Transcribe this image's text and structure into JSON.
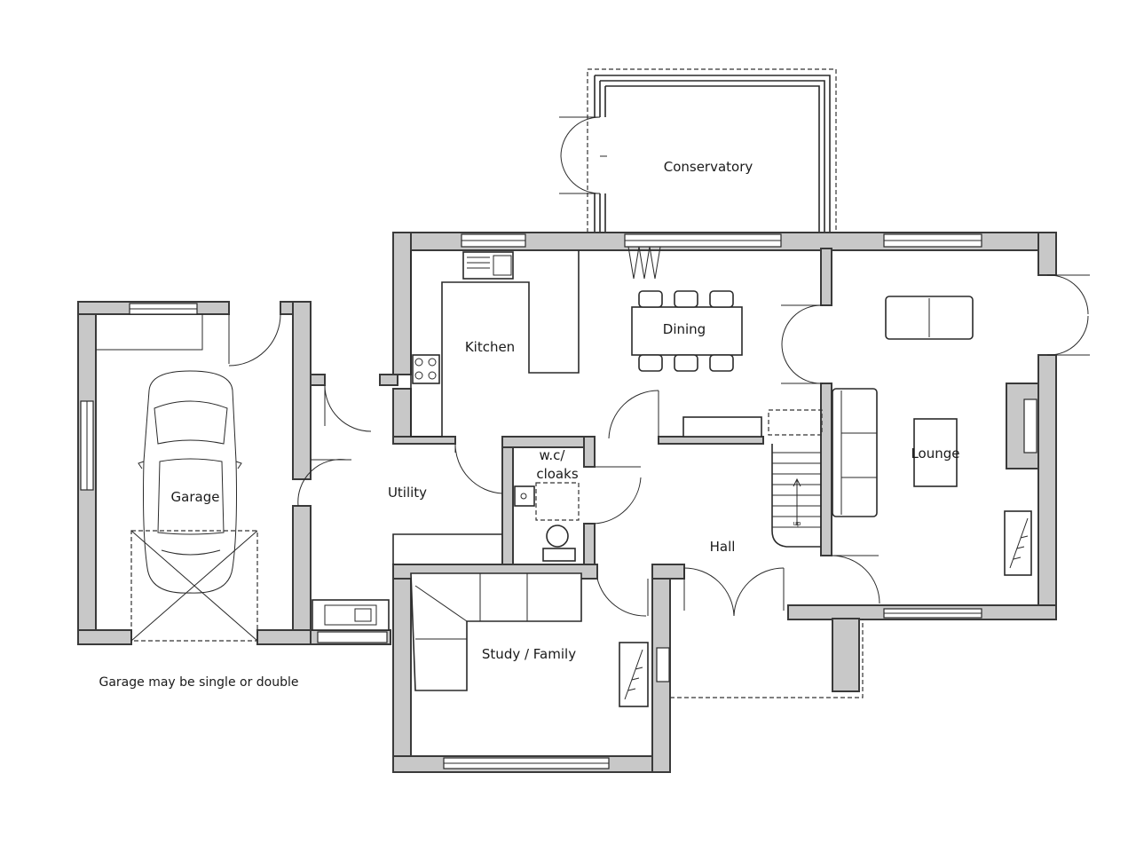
{
  "rooms": {
    "conservatory": "Conservatory",
    "kitchen": "Kitchen",
    "dining": "Dining",
    "lounge": "Lounge",
    "garage": "Garage",
    "utility": "Utility",
    "wc_line1": "w.c/",
    "wc_line2": "cloaks",
    "hall": "Hall",
    "study": "Study / Family"
  },
  "stair_label": "up",
  "note": "Garage may be single or double"
}
